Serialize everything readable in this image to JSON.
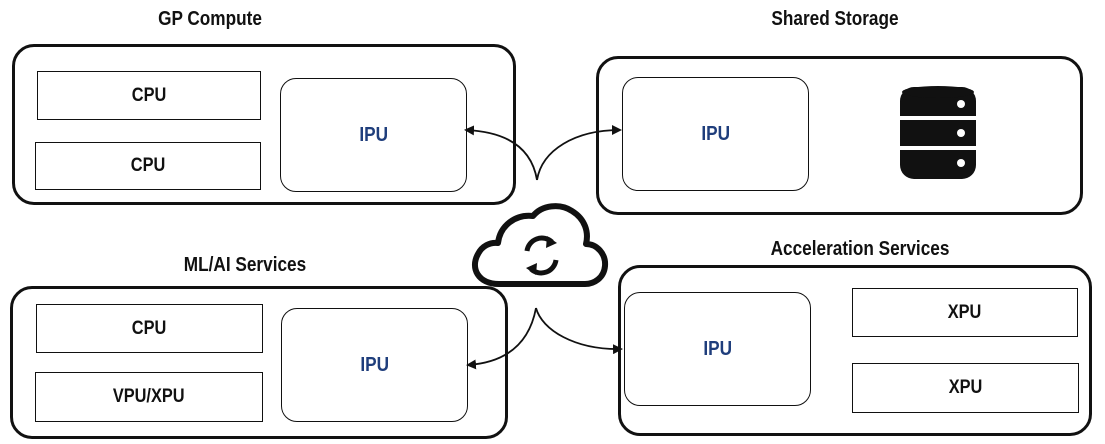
{
  "groups": {
    "gp_compute": {
      "title": "GP Compute",
      "items": [
        "CPU",
        "CPU"
      ],
      "ipu": "IPU"
    },
    "shared_storage": {
      "title": "Shared Storage",
      "ipu": "IPU",
      "icon": "database-icon"
    },
    "ml_ai": {
      "title": "ML/AI Services",
      "items": [
        "CPU",
        "VPU/XPU"
      ],
      "ipu": "IPU"
    },
    "acceleration": {
      "title": "Acceleration Services",
      "items": [
        "XPU",
        "XPU"
      ],
      "ipu": "IPU"
    }
  },
  "center": {
    "icon": "cloud-sync-icon"
  },
  "colors": {
    "ipu_text": "#1f3e7c",
    "stroke": "#111111"
  }
}
